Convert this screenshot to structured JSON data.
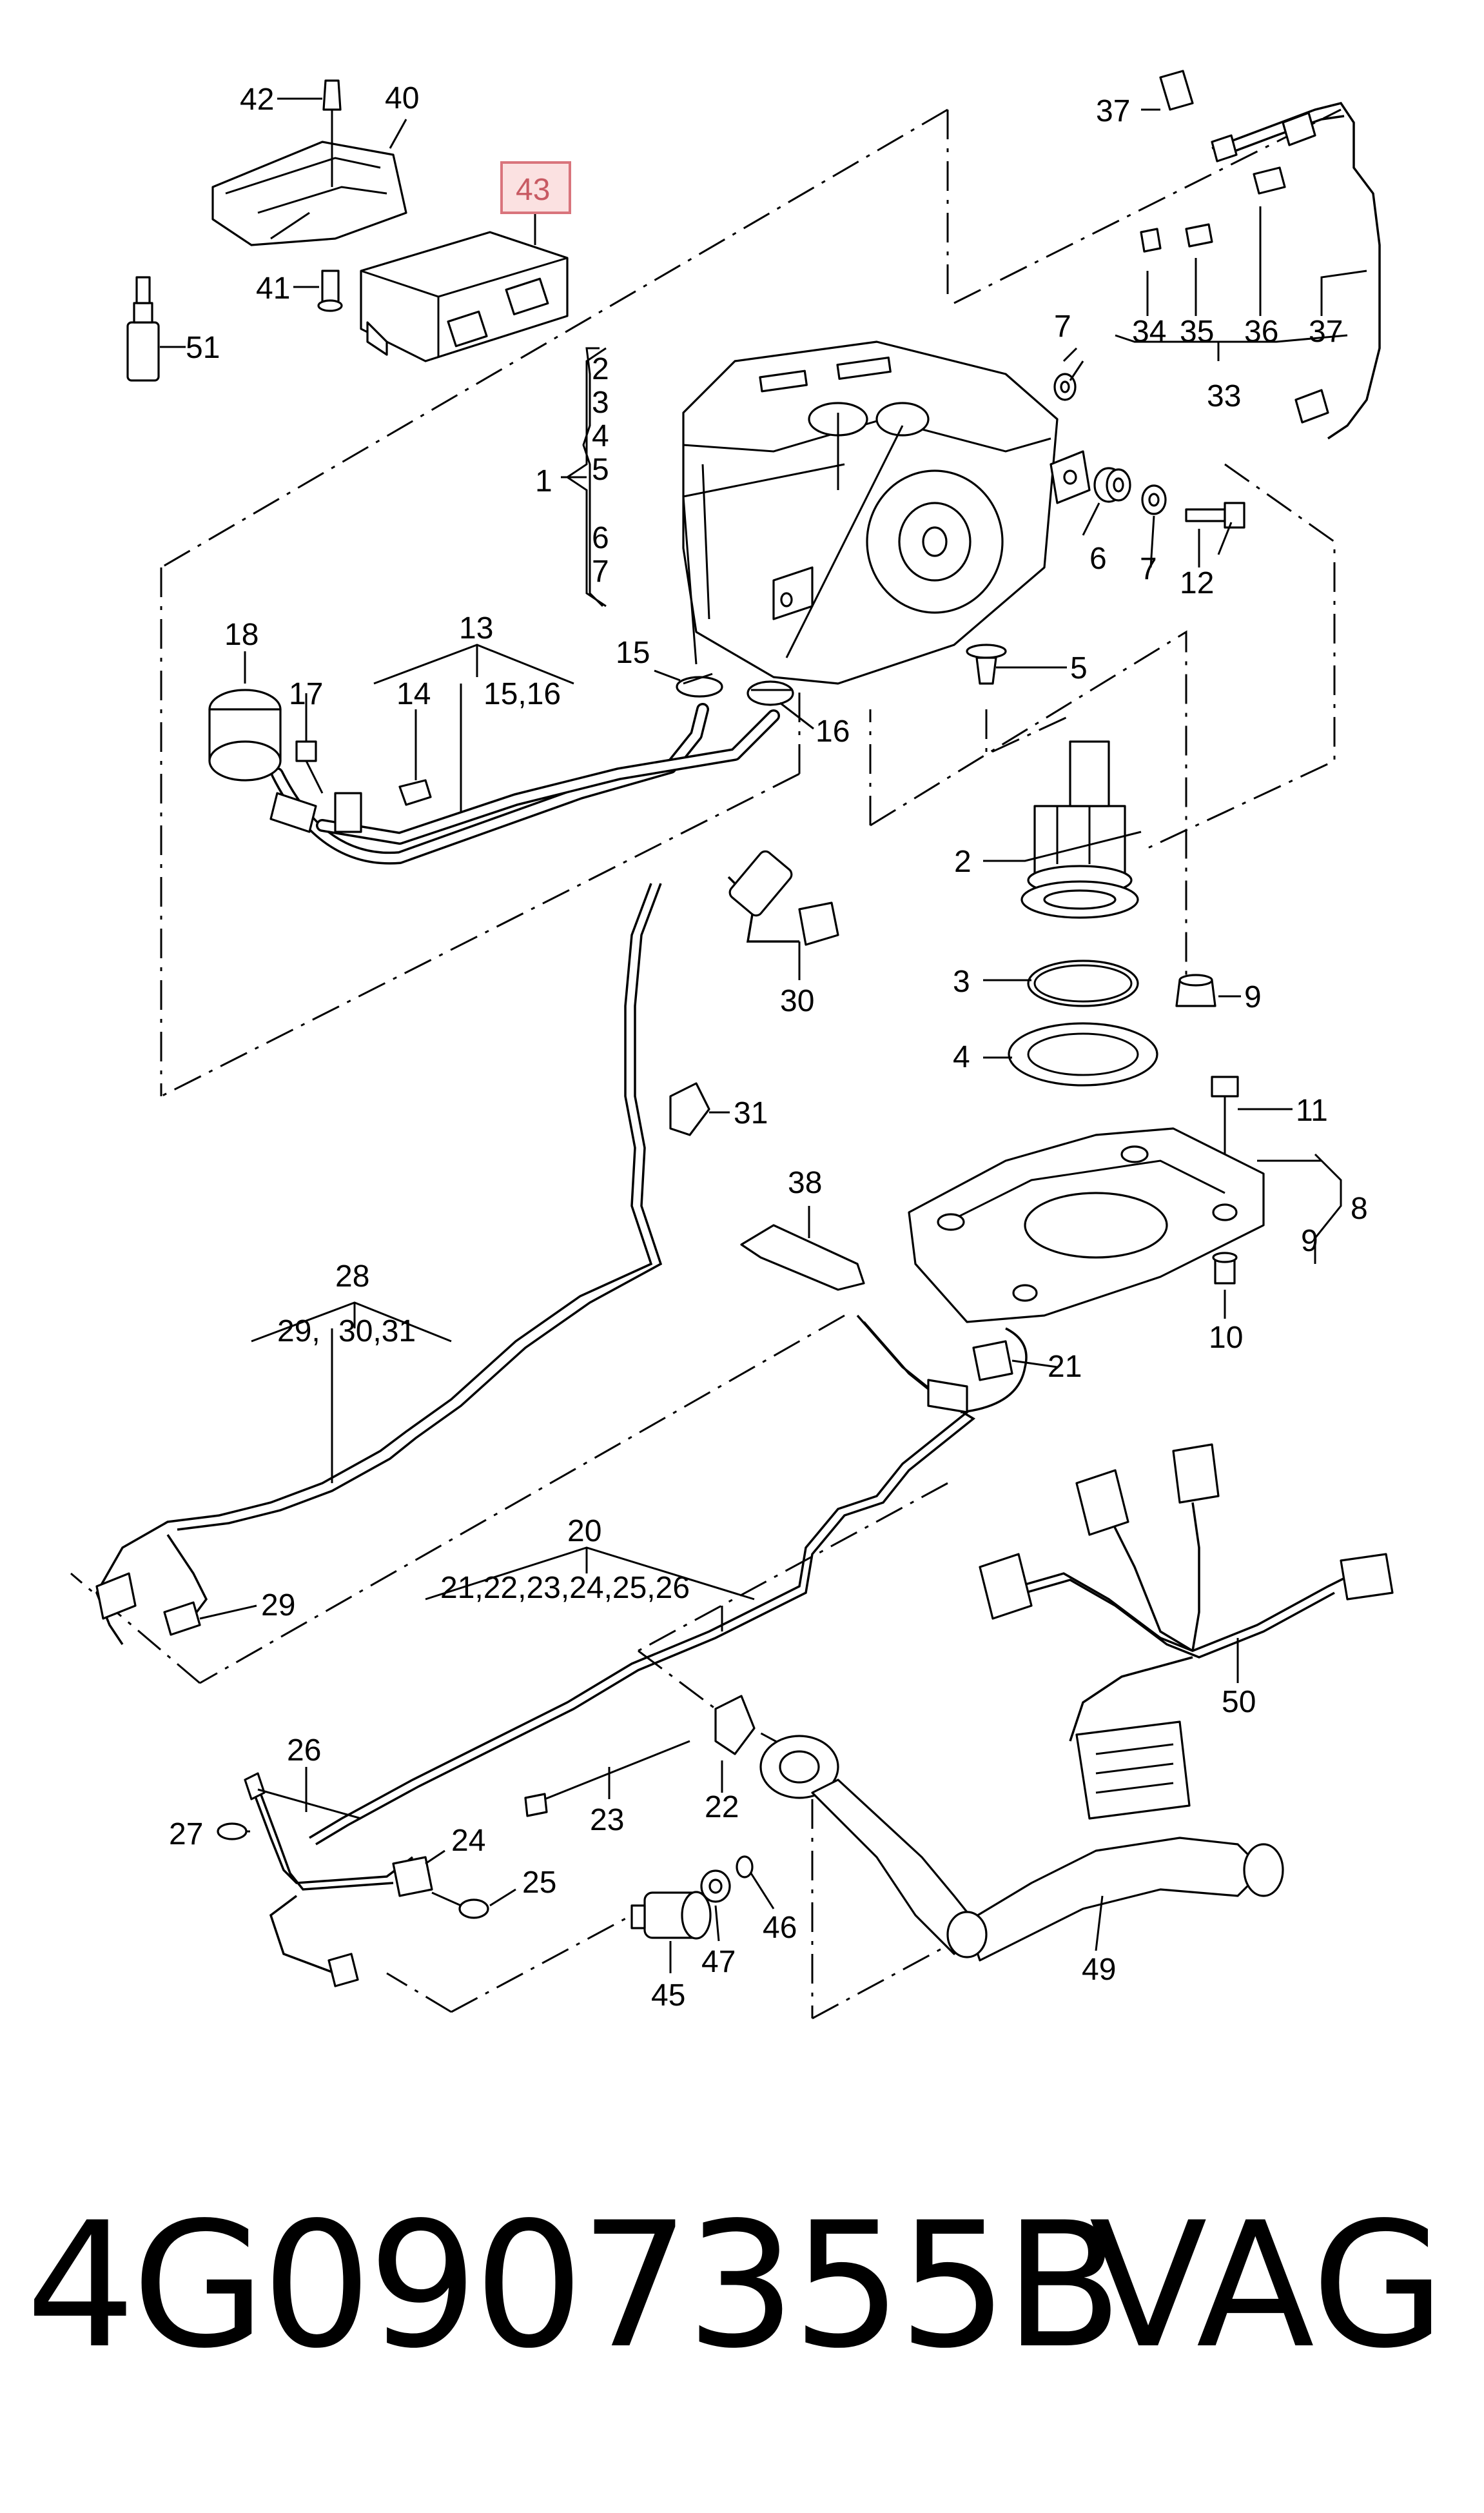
{
  "labels": {
    "l42": "42",
    "l40": "40",
    "l43": "43",
    "l41": "41",
    "l51": "51",
    "l37a": "37",
    "l34": "34",
    "l35": "35",
    "l36": "36",
    "l37b": "37",
    "l33": "33",
    "l2": "2",
    "l3": "3",
    "l4": "4",
    "l5": "5",
    "l1": "1",
    "l6": "6",
    "l7": "7",
    "l7a": "7",
    "l6b": "6",
    "l7b": "7",
    "l12": "12",
    "l5b": "5",
    "l18": "18",
    "l13": "13",
    "l17": "17",
    "l14": "14",
    "l1516": "15,16",
    "l15": "15",
    "l16": "16",
    "l2b": "2",
    "l3b": "3",
    "l4b": "4",
    "l9": "9",
    "l11": "11",
    "l8": "8",
    "l9b": "9",
    "l10": "10",
    "l30": "30",
    "l31": "31",
    "l38": "38",
    "l28": "28",
    "l2930": "29,",
    "l3031": "30,31",
    "l29": "29",
    "l21": "21",
    "l20": "20",
    "l2126": "21,22,23,24,25,26",
    "l50": "50",
    "l26": "26",
    "l27": "27",
    "l24": "24",
    "l25": "25",
    "l23": "23",
    "l22": "22",
    "l45": "45",
    "l47": "47",
    "l46": "46",
    "l49": "49"
  },
  "highlighted_part": "43",
  "highlight_color": "#d9747c",
  "footer": {
    "part_number": "4G0907355B",
    "brand": "VAG"
  }
}
